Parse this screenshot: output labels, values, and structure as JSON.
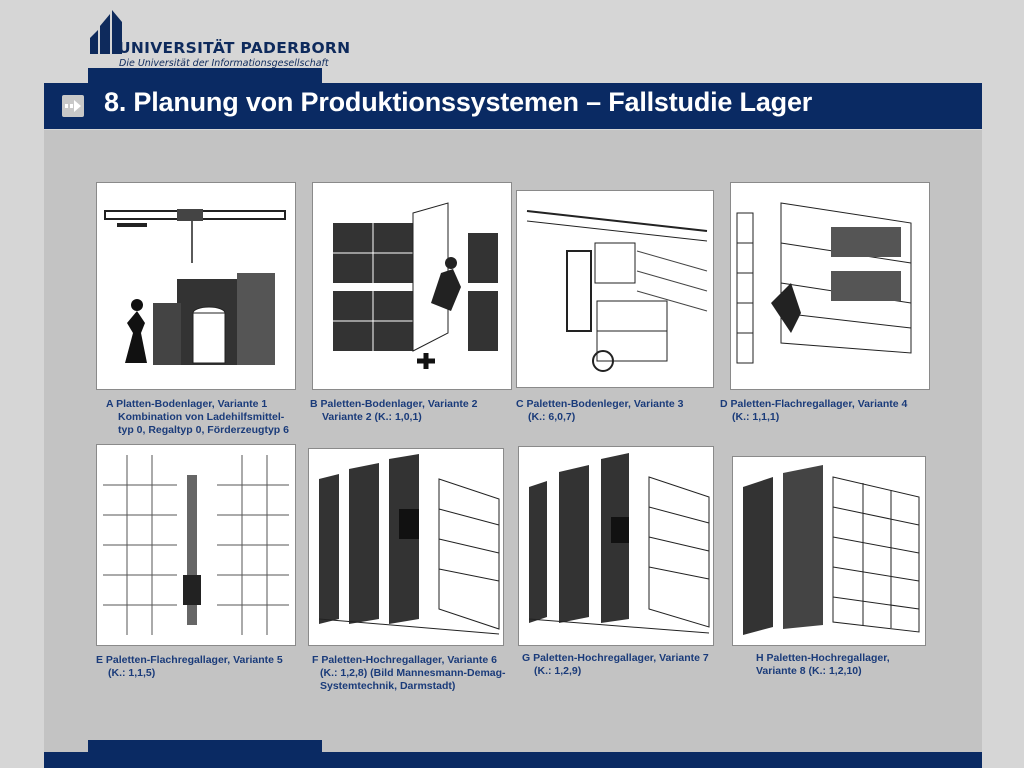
{
  "header": {
    "university_name": "UNIVERSITÄT PADERBORN",
    "tagline": "Die Universität der Informationsgesellschaft",
    "title": "8. Planung von Produktionssystemen – Fallstudie Lager"
  },
  "panels": [
    {
      "id": "A",
      "lines": [
        "A Platten-Bodenlager, Variante 1",
        "Kombination von Ladehilfsmittel-",
        "typ 0, Regaltyp 0, Förderzeugtyp 6"
      ]
    },
    {
      "id": "B",
      "lines": [
        "B Paletten-Bodenlager, Variante 2",
        "Variante 2 (K.: 1,0,1)"
      ]
    },
    {
      "id": "C",
      "lines": [
        "C Paletten-Bodenleger, Variante 3",
        "(K.: 6,0,7)"
      ]
    },
    {
      "id": "D",
      "lines": [
        "D Paletten-Flachregallager, Variante 4",
        "(K.: 1,1,1)"
      ]
    },
    {
      "id": "E",
      "lines": [
        "E Paletten-Flachregallager, Variante 5",
        "(K.: 1,1,5)"
      ]
    },
    {
      "id": "F",
      "lines": [
        "F Paletten-Hochregallager, Variante 6",
        "(K.: 1,2,8) (Bild Mannesmann-Demag-",
        "Systemtechnik, Darmstadt)"
      ]
    },
    {
      "id": "G",
      "lines": [
        "G Paletten-Hochregallager, Variante 7",
        "(K.: 1,2,9)"
      ]
    },
    {
      "id": "H",
      "lines": [
        "H Paletten-Hochregallager,",
        "Variante 8 (K.: 1,2,10)"
      ]
    }
  ]
}
